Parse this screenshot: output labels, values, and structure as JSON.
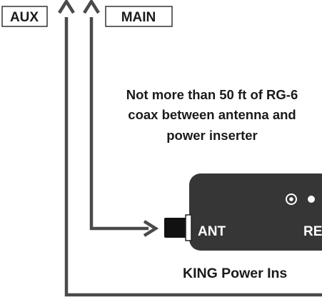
{
  "labels": {
    "aux": "AUX",
    "main": "MAIN",
    "note_lines": [
      "Not more than 50 ft of RG-6",
      "coax between antenna and",
      "power inserter"
    ],
    "ant_port": "ANT",
    "right_port_partial": "RE",
    "device_caption": "KING Power Ins"
  },
  "colors": {
    "line": "#4a4a4a",
    "device_body": "#363636",
    "device_text": "#ffffff",
    "label_text": "#1a1a1a",
    "connector": "#111111"
  }
}
